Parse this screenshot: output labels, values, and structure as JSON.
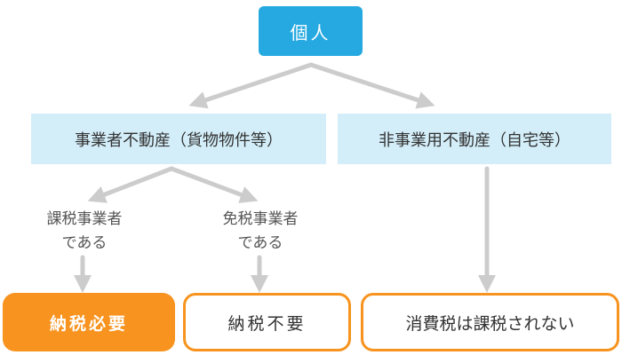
{
  "root": {
    "label": "個人"
  },
  "categories": [
    {
      "label": "事業者不動産（貨物物件等）"
    },
    {
      "label": "非事業用不動産（自宅等）"
    }
  ],
  "conditions": [
    {
      "line1": "課税事業者",
      "line2": "である"
    },
    {
      "line1": "免税事業者",
      "line2": "である"
    }
  ],
  "results": [
    {
      "label": "納税必要"
    },
    {
      "label": "納税不要"
    },
    {
      "label": "消費税は課税されない"
    }
  ],
  "colors": {
    "root_fill": "#26a9e0",
    "category_fill": "#d3eef9",
    "accent_orange": "#f7931e",
    "arrow": "#cccccc"
  }
}
